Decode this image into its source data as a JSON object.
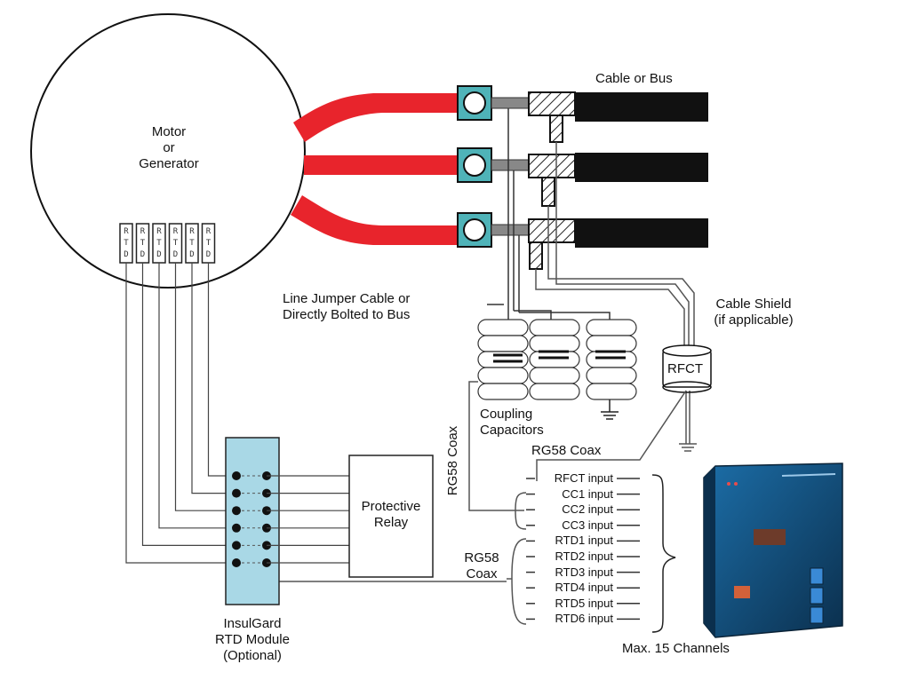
{
  "motor_label_lines": [
    "Motor",
    "or",
    "Generator"
  ],
  "cable_or_bus": "Cable or Bus",
  "line_jumper_lines": [
    "Line Jumper Cable or",
    "Directly Bolted to Bus"
  ],
  "cable_shield_lines": [
    "Cable Shield",
    "(if applicable)"
  ],
  "rfct": "RFCT",
  "rg58_coax_vertical": "RG58 Coax",
  "coupling_capacitors_lines": [
    "Coupling",
    "Capacitors"
  ],
  "rg58_coax_top": "RG58 Coax",
  "rg58_coax_left_lines": [
    "RG58",
    "Coax"
  ],
  "protective_relay_lines": [
    "Protective",
    "Relay"
  ],
  "insulgard_lines": [
    "InsulGard",
    "RTD Module",
    "(Optional)"
  ],
  "rtd_label": "RTD",
  "inputs": [
    "RFCT input",
    "CC1 input",
    "CC2 input",
    "CC3 input",
    "RTD1 input",
    "RTD2 input",
    "RTD3 input",
    "RTD4 input",
    "RTD5 input",
    "RTD6 input"
  ],
  "max_channels": "Max. 15 Channels",
  "colors": {
    "feeder": "#e8242c",
    "bushing": "#4fb3b8",
    "module": "#a9d8e6",
    "device_body": "#14507a",
    "device_accent": "#2a7cc0",
    "wire": "#555555"
  }
}
